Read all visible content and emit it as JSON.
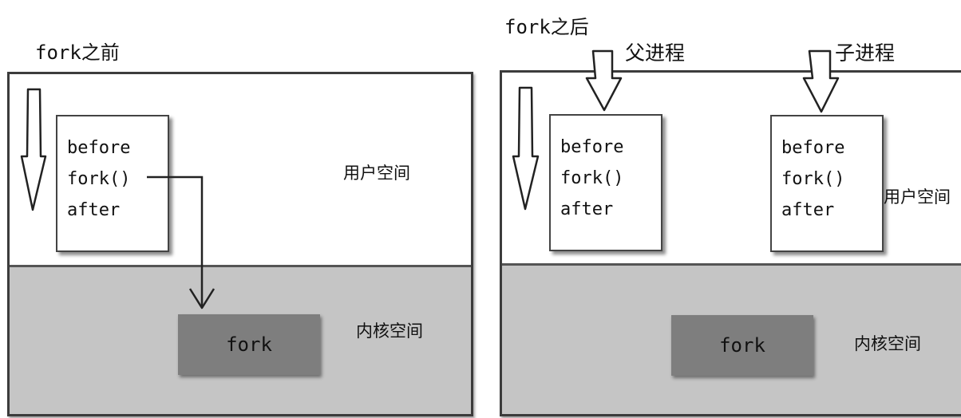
{
  "before": {
    "title": "fork之前",
    "user_space": "用户空间",
    "kernel_space": "内核空间",
    "code": [
      "before",
      "fork()",
      "after"
    ],
    "kernel_box": "fork"
  },
  "after": {
    "title": "fork之后",
    "parent": "父进程",
    "child": "子进程",
    "user_space": "用户空间",
    "kernel_space": "内核空间",
    "parent_code": [
      "before",
      "fork()",
      "after"
    ],
    "child_code": [
      "before",
      "fork()",
      "after"
    ],
    "kernel_box": "fork"
  }
}
